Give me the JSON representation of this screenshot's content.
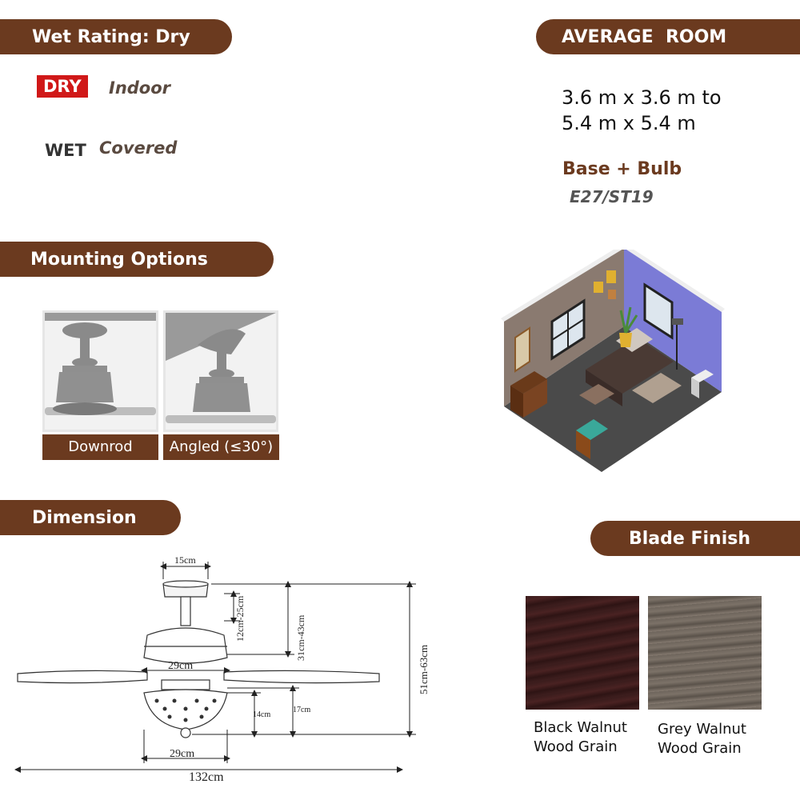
{
  "wet_rating": {
    "title": "Wet Rating: Dry",
    "dry_badge": "DRY",
    "dry_text": "Indoor",
    "wet_label": "WET",
    "wet_text": "Covered"
  },
  "average_room": {
    "title": "AVERAGE  ROOM",
    "line1": "3.6 m x 3.6 m to",
    "line2": "5.4 m x 5.4 m"
  },
  "base_bulb": {
    "title": "Base + Bulb",
    "value": "E27/ST19"
  },
  "mounting": {
    "title": "Mounting Options",
    "options": [
      "Downrod",
      "Angled (≤30°)"
    ]
  },
  "dimension": {
    "title": "Dimension",
    "labels": {
      "top_width": "15cm",
      "canopy_height": "12cm-25cm",
      "drop_height": "31cm-43cm",
      "total_height": "51cm-63cm",
      "housing_width": "29cm",
      "light_height": "14cm",
      "light_total": "17cm",
      "light_width": "29cm",
      "span": "132cm"
    }
  },
  "blade_finish": {
    "title": "Blade Finish",
    "swatches": [
      {
        "line1": "Black Walnut",
        "line2": "Wood Grain",
        "color": "#3a1c1c"
      },
      {
        "line1": "Grey Walnut",
        "line2": "Wood Grain",
        "color": "#6e655c"
      }
    ]
  },
  "colors": {
    "accent": "#6b3a1f",
    "badge": "#d01818"
  }
}
